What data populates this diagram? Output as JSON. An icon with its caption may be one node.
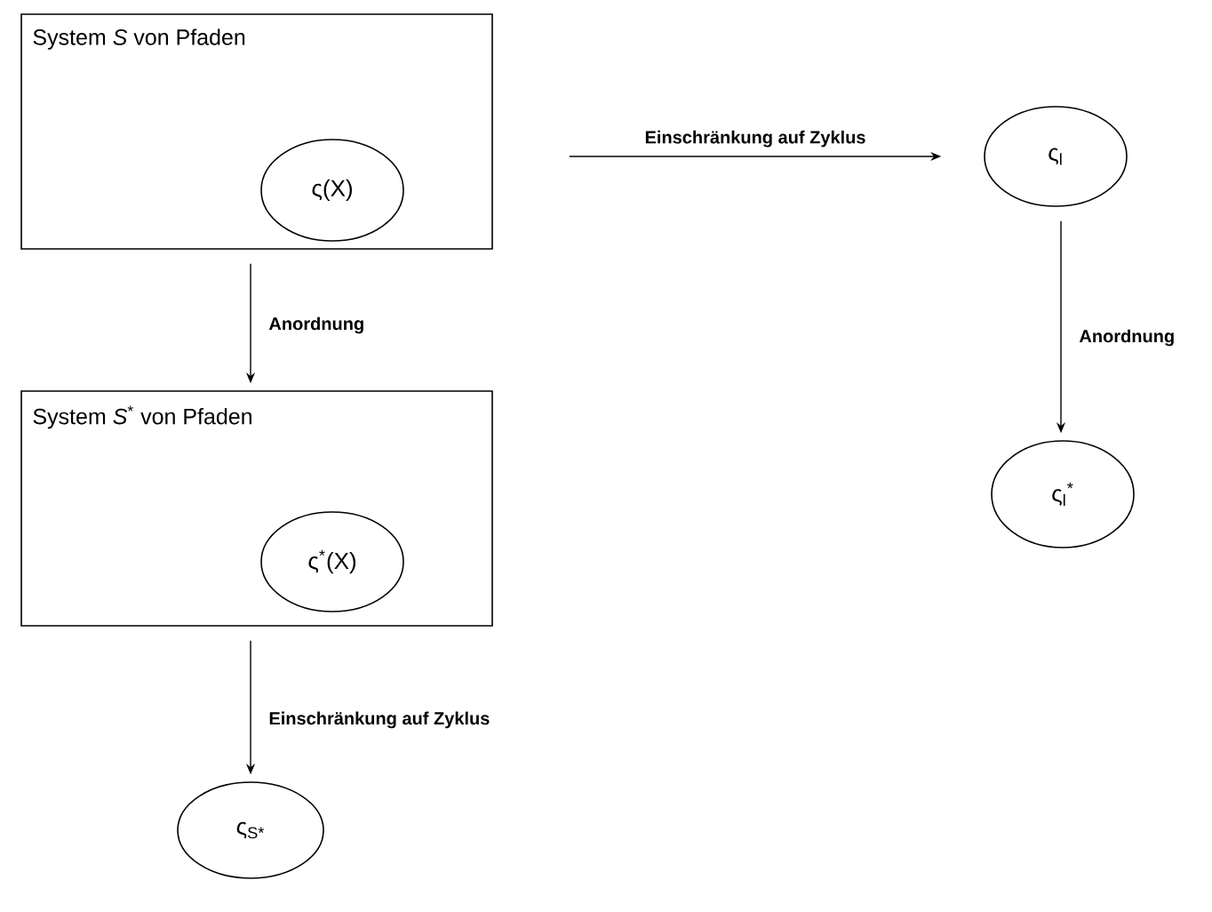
{
  "diagram": {
    "nodes": [
      {
        "text": [
          "System *S* von Pfaden"
        ]
      },
      {
        "text": [
          "ς(X)"
        ],
        "in": 0
      },
      {
        "text": [
          "ς$_{l}$"
        ]
      },
      {
        "text": [
          "ς$_{l}$$^{*}$"
        ]
      },
      {
        "text": [
          "System *S*$^{*}$ von Pfaden"
        ]
      },
      {
        "text": [
          "ς$^{*}$(X)"
        ],
        "in": 4
      },
      {
        "text": [
          "ς$_{S*}$"
        ]
      }
    ],
    "edges": [
      {
        "from": 0,
        "to": 2,
        "arrow": "to",
        "label": "Einschränkung auf Zyklus"
      },
      {
        "from": 0,
        "to": 4,
        "arrow": "to",
        "label": "Anordnung"
      },
      {
        "from": 2,
        "to": 3,
        "arrow": "to",
        "label": "Anordnung"
      },
      {
        "from": 4,
        "to": 6,
        "arrow": "to",
        "label": "Einschränkung auf Zyklus"
      }
    ]
  }
}
